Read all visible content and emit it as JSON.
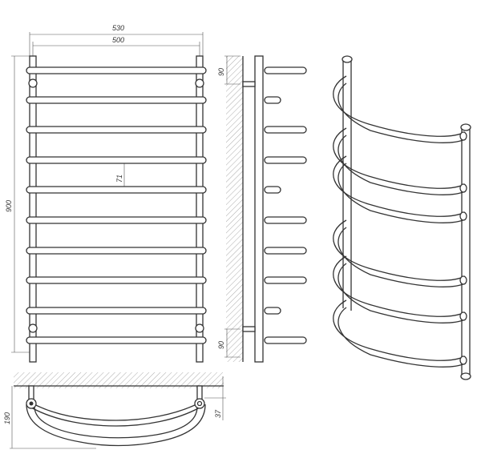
{
  "dimensions": {
    "overall_width": "530",
    "center_width": "500",
    "height": "900",
    "bar_spacing": "71",
    "top_offset": "90",
    "bottom_offset": "90",
    "depth": "190",
    "bracket_offset": "37"
  }
}
